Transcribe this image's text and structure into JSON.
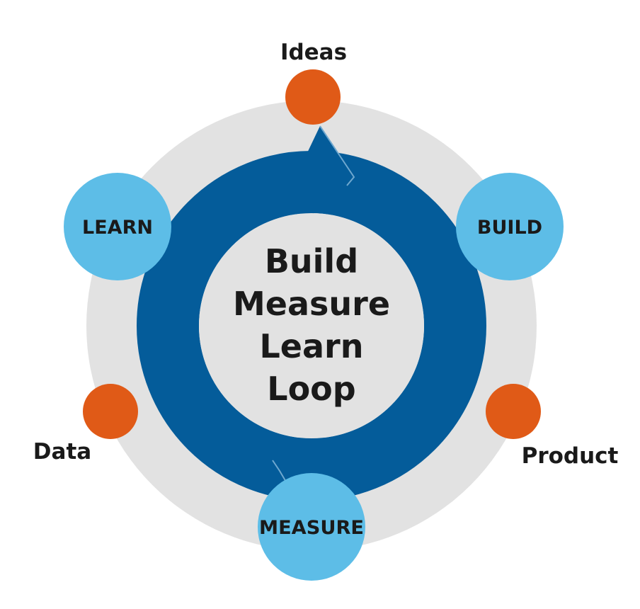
{
  "diagram": {
    "center_title_lines": [
      "Build",
      "Measure",
      "Learn",
      "Loop"
    ],
    "stages": [
      {
        "id": "learn",
        "label": "LEARN"
      },
      {
        "id": "build",
        "label": "BUILD"
      },
      {
        "id": "measure",
        "label": "MEASURE"
      }
    ],
    "outputs": [
      {
        "id": "ideas",
        "label": "Ideas"
      },
      {
        "id": "product",
        "label": "Product"
      },
      {
        "id": "data",
        "label": "Data"
      }
    ]
  },
  "colors": {
    "outer_ring": "#e2e2e2",
    "loop_arrow": "#045c9a",
    "stage_circle": "#5dbde7",
    "output_dot": "#e05a17",
    "text": "#1a1a1a"
  }
}
